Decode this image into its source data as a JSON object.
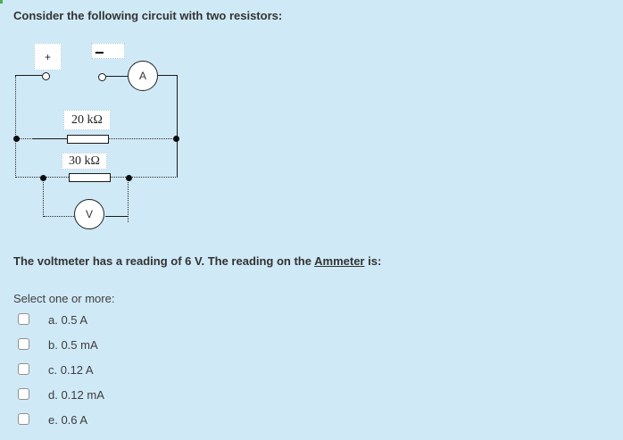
{
  "page": {
    "background_color": "#d0e9f6",
    "corner_accent_color": "#4caf50",
    "text_color": "#333333"
  },
  "title": "Consider the following circuit with two resistors:",
  "circuit": {
    "battery_plus": "+",
    "battery_minus": "−",
    "ammeter": "A",
    "voltmeter": "V",
    "resistor_top": "20 kΩ",
    "resistor_bottom": "30 kΩ"
  },
  "question": {
    "before": "The voltmeter has a reading of 6 V. The reading on the ",
    "underlined": "Ammeter",
    "after": " is:"
  },
  "select_prompt": "Select one or more:",
  "options": [
    {
      "key": "a",
      "label": "a. 0.5 A",
      "checked": false
    },
    {
      "key": "b",
      "label": "b. 0.5 mA",
      "checked": false
    },
    {
      "key": "c",
      "label": "c. 0.12 A",
      "checked": false
    },
    {
      "key": "d",
      "label": "d. 0.12 mA",
      "checked": false
    },
    {
      "key": "e",
      "label": "e. 0.6 A",
      "checked": false
    }
  ]
}
